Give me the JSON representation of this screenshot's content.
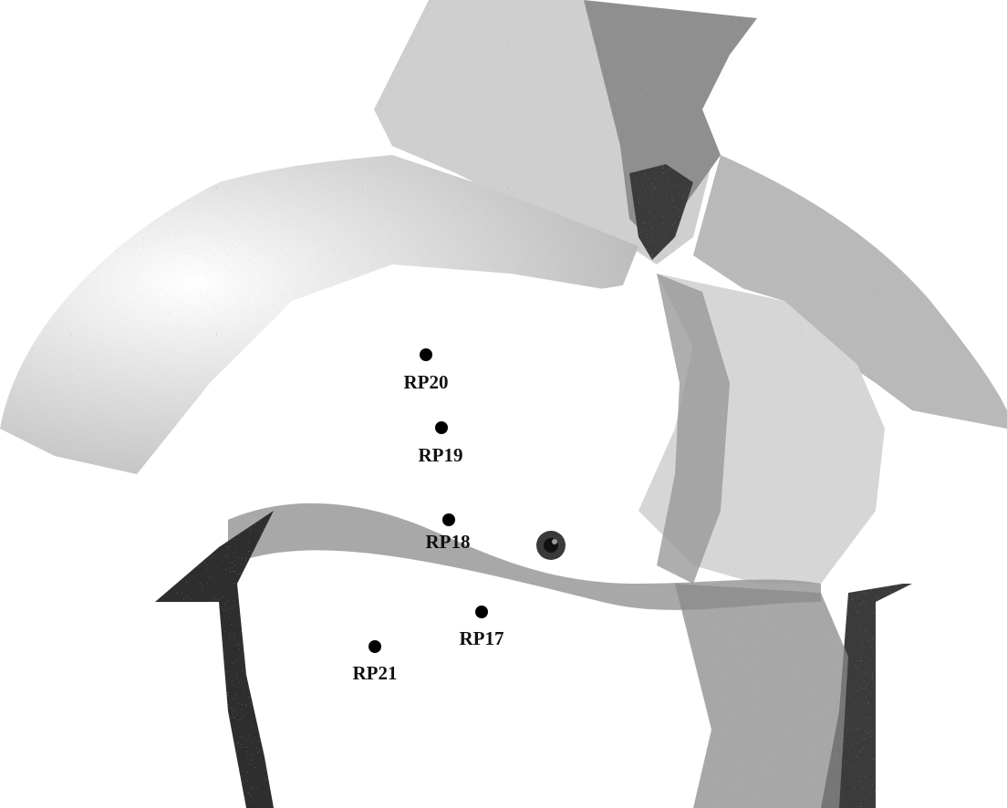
{
  "colors": {
    "skin": "#ffffff",
    "shade_light": "#d2d2d2",
    "shade_mid": "#9a9a9a",
    "shade_dark": "#3a3a3a",
    "ink": "#111111",
    "point": "#000000"
  },
  "points": [
    {
      "id": "rp20",
      "label": "RP20"
    },
    {
      "id": "rp19",
      "label": "RP19"
    },
    {
      "id": "rp18",
      "label": "RP18"
    },
    {
      "id": "rp17",
      "label": "RP17"
    },
    {
      "id": "rp21",
      "label": "RP21"
    }
  ],
  "features": {
    "nipple_icon": "nipple-icon"
  }
}
